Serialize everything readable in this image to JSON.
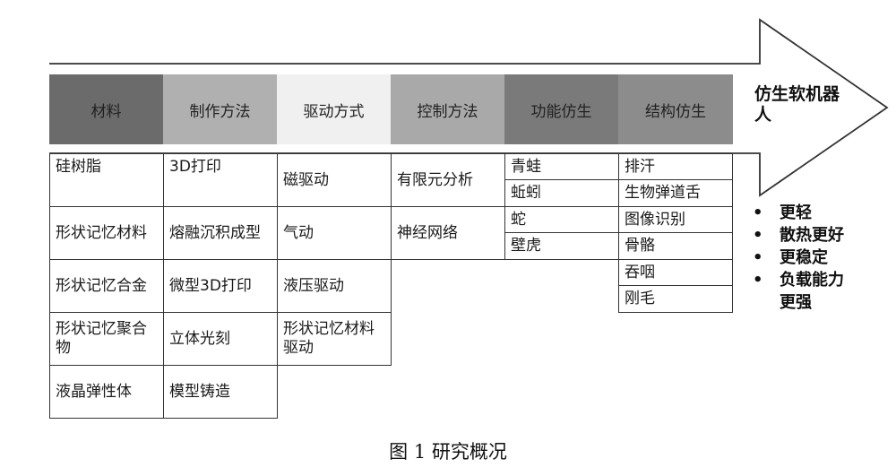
{
  "headers": [
    {
      "label": "材料",
      "color": "#6b6b6b"
    },
    {
      "label": "制作方法",
      "color": "#b0b0b0"
    },
    {
      "label": "驱动方式",
      "color": "#f0f0f0"
    },
    {
      "label": "控制方法",
      "color": "#a9a9a9"
    },
    {
      "label": "功能仿生",
      "color": "#7a7a7a"
    },
    {
      "label": "结构仿生",
      "color": "#8c8c8c"
    }
  ],
  "arrow_title": "仿生软机器人",
  "materials": [
    "硅树脂",
    "形状记忆材料",
    "形状记忆合金",
    "形状记忆聚合物",
    "液晶弹性体"
  ],
  "fabrication": [
    "3D打印",
    "熔融沉积成型",
    "微型3D打印",
    "立体光刻",
    "模型铸造"
  ],
  "actuation": [
    "磁驱动",
    "气动",
    "液压驱动",
    "形状记忆材料驱动"
  ],
  "control": [
    "有限元分析",
    "神经网络"
  ],
  "functional_bionics": [
    "青蛙",
    "蚯蚓",
    "蛇",
    "壁虎"
  ],
  "structural_bionics": [
    "排汗",
    "生物弹道舌",
    "图像识别",
    "骨骼",
    "吞咽",
    "刚毛"
  ],
  "advantages": [
    "更轻",
    "散热更好",
    "更稳定",
    "负载能力更强"
  ],
  "bullet_symbol": "•",
  "caption": "图 1  研究概况"
}
